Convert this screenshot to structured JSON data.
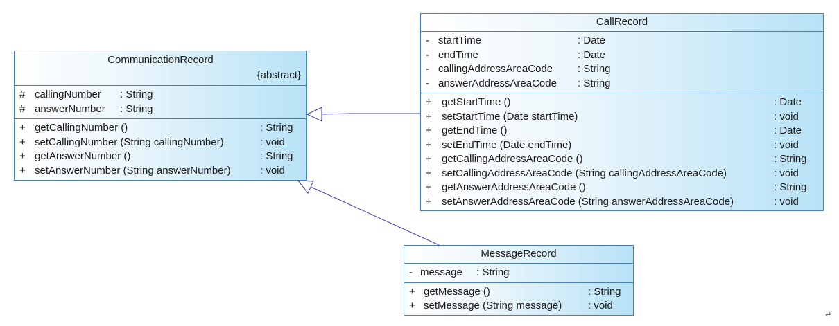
{
  "colors": {
    "border": "#4a7fb0",
    "fill_light": "#ffffff",
    "fill_dark": "#b7e2f6",
    "connector": "#3b3bb0"
  },
  "classes": {
    "communication_record": {
      "name": "CommunicationRecord",
      "stereotype": "{abstract}",
      "attributes": [
        {
          "vis": "#",
          "name": "callingNumber",
          "type": ": String"
        },
        {
          "vis": "#",
          "name": "answerNumber",
          "type": ": String"
        }
      ],
      "operations": [
        {
          "vis": "+",
          "name": "getCallingNumber ()",
          "type": ": String"
        },
        {
          "vis": "+",
          "name": "setCallingNumber (String callingNumber)",
          "type": ": void"
        },
        {
          "vis": "+",
          "name": "getAnswerNumber ()",
          "type": ": String"
        },
        {
          "vis": "+",
          "name": "setAnswerNumber (String answerNumber)",
          "type": ": void"
        }
      ]
    },
    "call_record": {
      "name": "CallRecord",
      "attributes": [
        {
          "vis": "-",
          "name": "startTime",
          "type": ": Date"
        },
        {
          "vis": "-",
          "name": "endTime",
          "type": ": Date"
        },
        {
          "vis": "-",
          "name": "callingAddressAreaCode",
          "type": ": String"
        },
        {
          "vis": "-",
          "name": "answerAddressAreaCode",
          "type": ": String"
        }
      ],
      "operations": [
        {
          "vis": "+",
          "name": "getStartTime ()",
          "type": ": Date"
        },
        {
          "vis": "+",
          "name": "setStartTime (Date startTime)",
          "type": ": void"
        },
        {
          "vis": "+",
          "name": "getEndTime ()",
          "type": ": Date"
        },
        {
          "vis": "+",
          "name": "setEndTime (Date endTime)",
          "type": ": void"
        },
        {
          "vis": "+",
          "name": "getCallingAddressAreaCode ()",
          "type": ": String"
        },
        {
          "vis": "+",
          "name": "setCallingAddressAreaCode (String callingAddressAreaCode)",
          "type": ": void"
        },
        {
          "vis": "+",
          "name": "getAnswerAddressAreaCode ()",
          "type": ": String"
        },
        {
          "vis": "+",
          "name": "setAnswerAddressAreaCode (String answerAddressAreaCode)",
          "type": ": void"
        }
      ]
    },
    "message_record": {
      "name": "MessageRecord",
      "attributes": [
        {
          "vis": "-",
          "name": "message",
          "type": ": String"
        }
      ],
      "operations": [
        {
          "vis": "+",
          "name": "getMessage ()",
          "type": ": String"
        },
        {
          "vis": "+",
          "name": "setMessage (String message)",
          "type": ": void"
        }
      ]
    }
  },
  "relations": [
    {
      "type": "generalization",
      "from": "CallRecord",
      "to": "CommunicationRecord"
    },
    {
      "type": "generalization",
      "from": "MessageRecord",
      "to": "CommunicationRecord"
    }
  ],
  "paragraph_mark": "↵"
}
